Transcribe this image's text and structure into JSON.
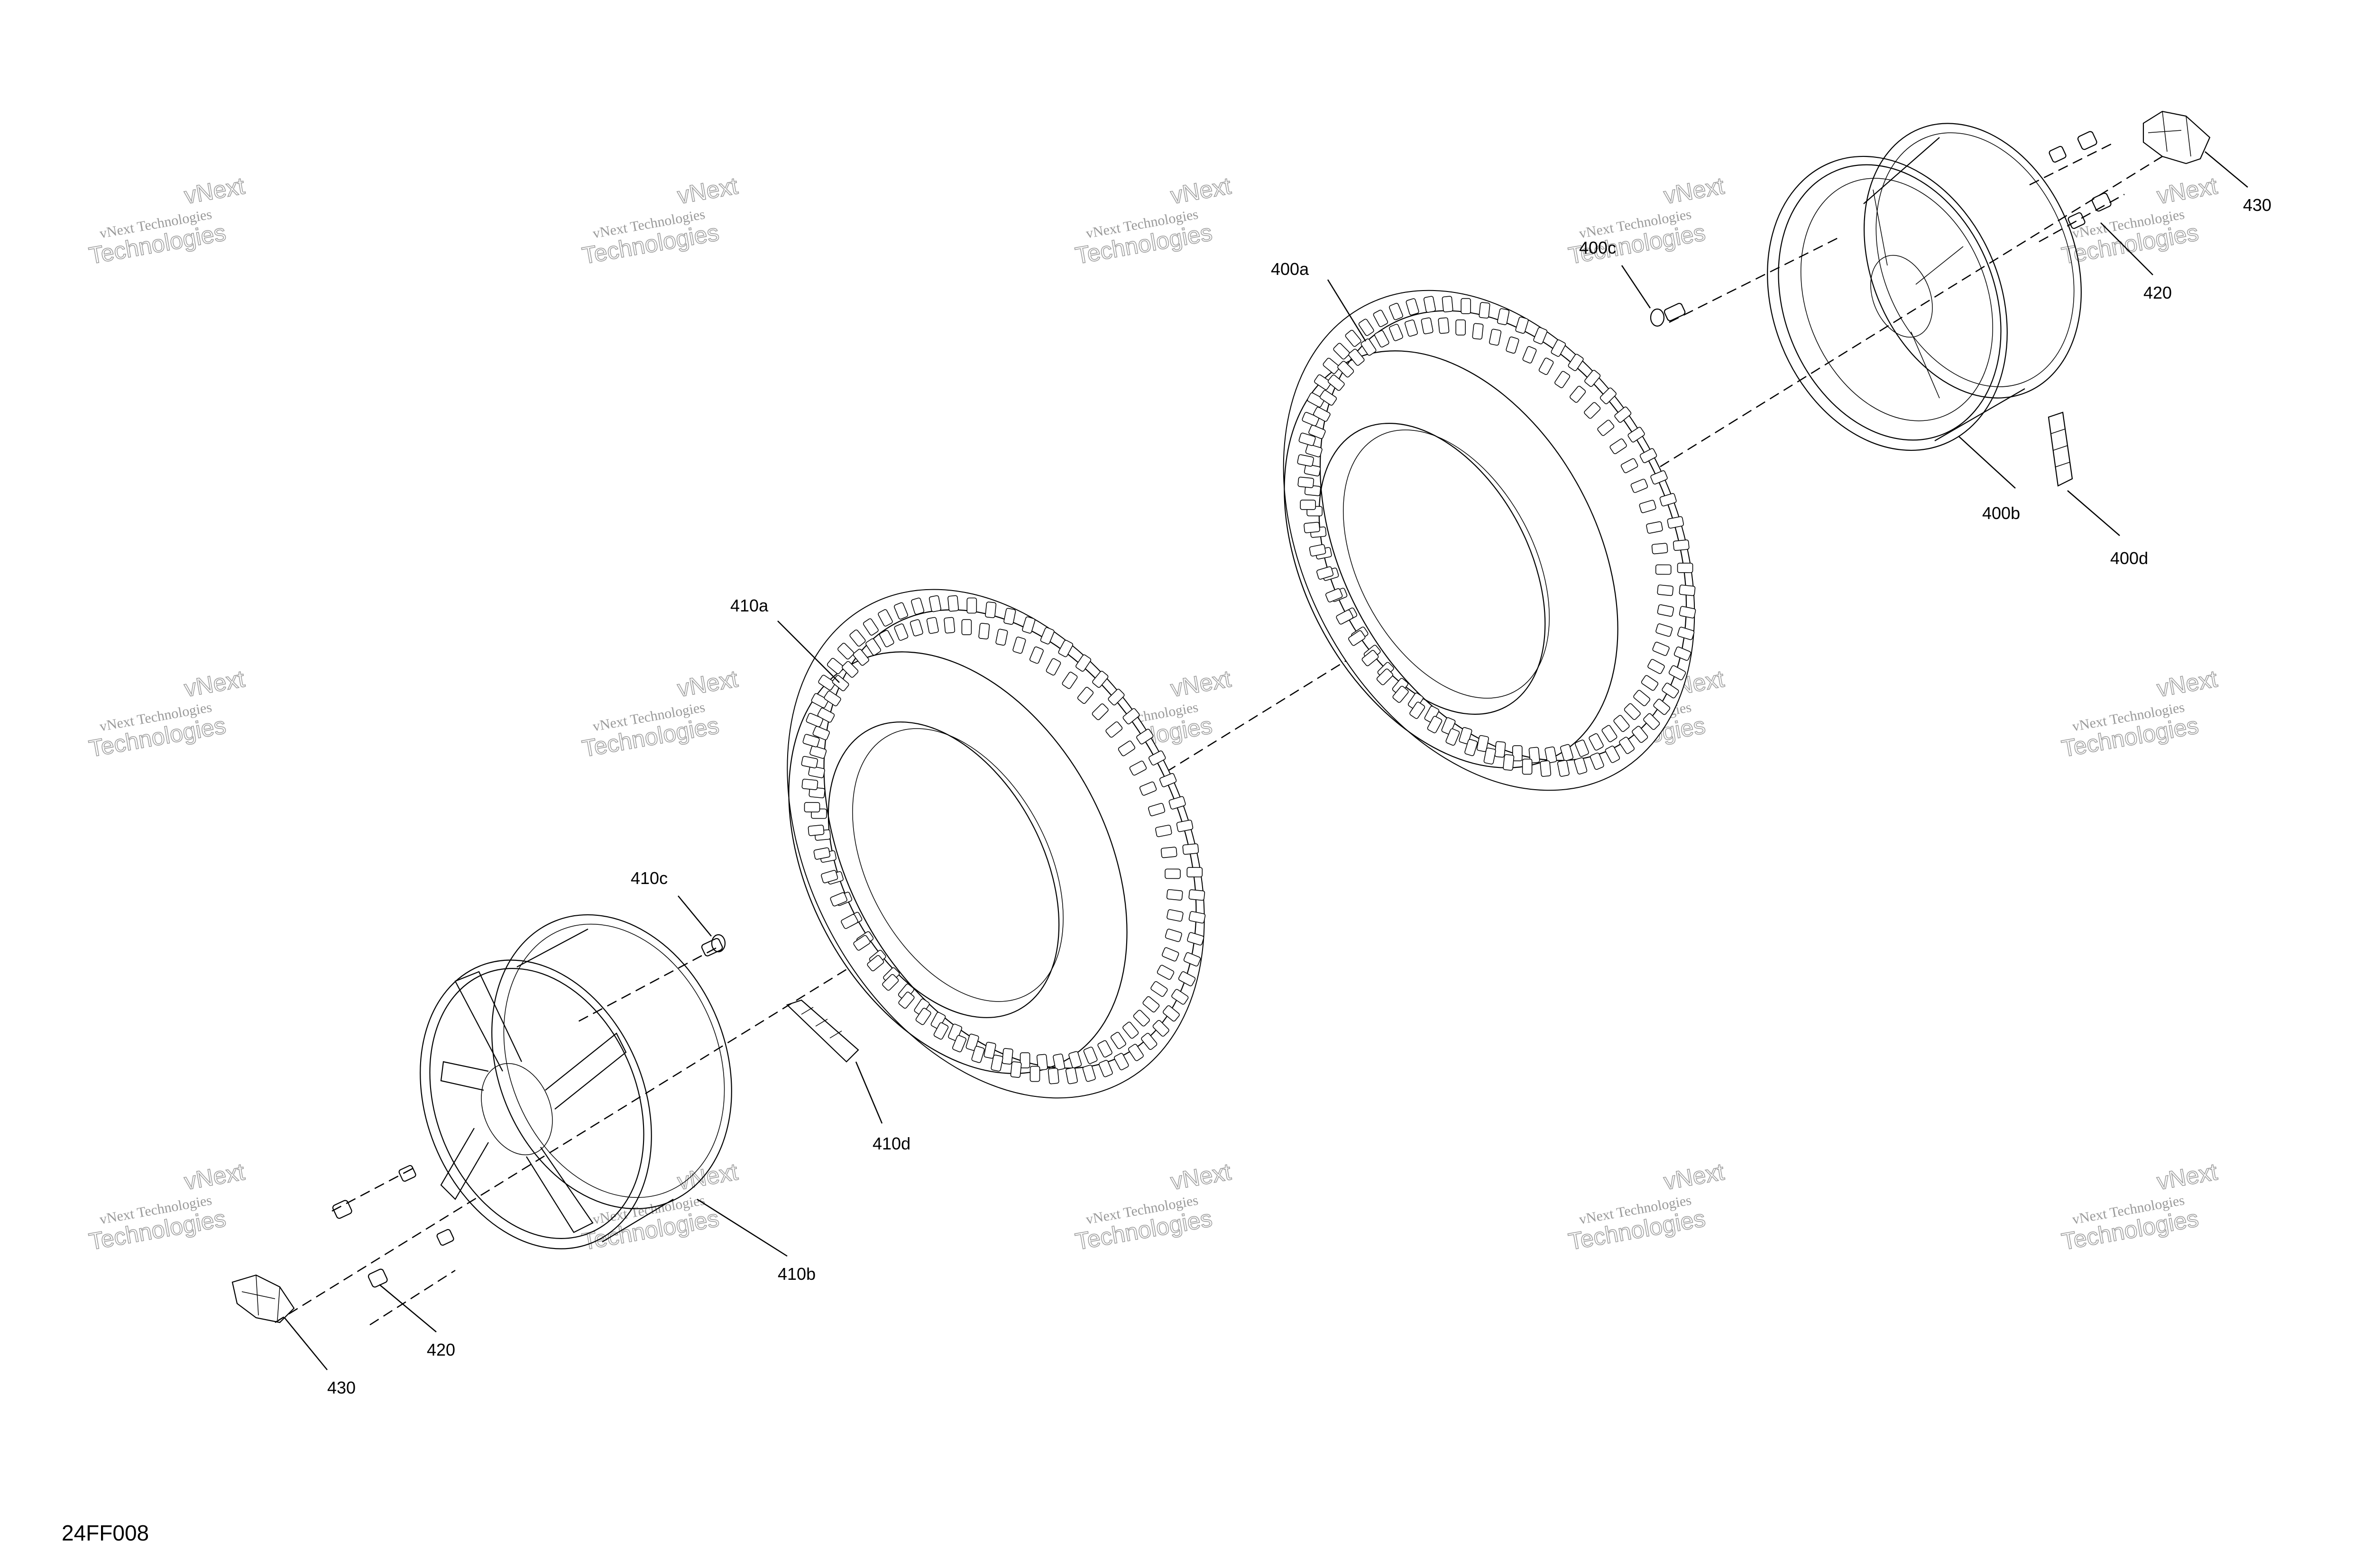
{
  "figure_id": "24FF008",
  "watermark": {
    "line1": "vNext Technologies",
    "line2": "Technologies",
    "small": "vNext"
  },
  "callouts": {
    "c400a": "400a",
    "c400b": "400b",
    "c400c": "400c",
    "c400d": "400d",
    "c410a": "410a",
    "c410b": "410b",
    "c410c": "410c",
    "c410d": "410d",
    "c420_upper": "420",
    "c420_lower": "420",
    "c430_upper": "430",
    "c430_lower": "430"
  }
}
